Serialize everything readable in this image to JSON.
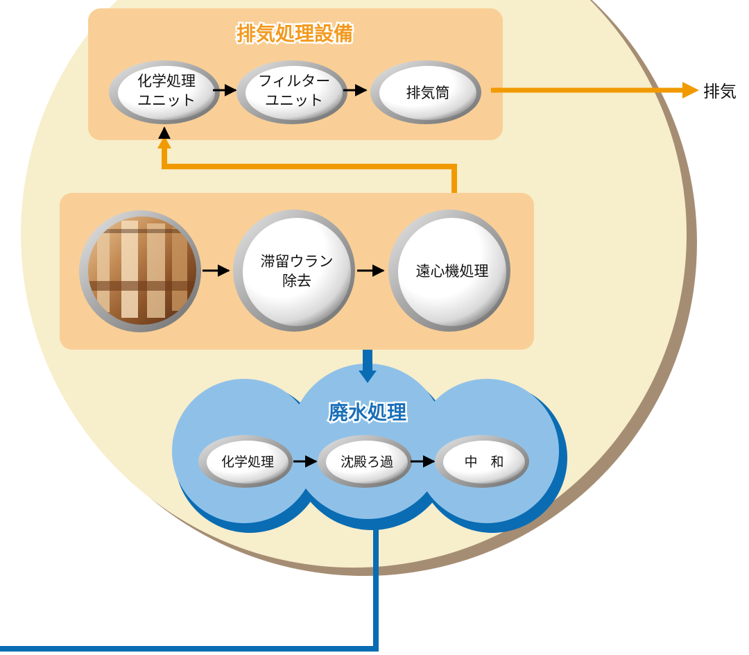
{
  "exhaust_section": {
    "title": "排気処理設備",
    "nodes": [
      {
        "line1": "化学処理",
        "line2": "ユニット"
      },
      {
        "line1": "フィルター",
        "line2": "ユニット"
      },
      {
        "line1": "排気筒"
      }
    ],
    "output_label": "排気"
  },
  "main_process": {
    "photo_icon": "industrial-tanks-photo",
    "nodes": [
      {
        "line1": "滞留ウラン",
        "line2": "除去"
      },
      {
        "line1": "遠心機処理"
      }
    ]
  },
  "wastewater_section": {
    "title": "廃水処理",
    "nodes": [
      {
        "line1": "化学処理"
      },
      {
        "line1": "沈殿ろ過"
      },
      {
        "line1": "中　和"
      }
    ]
  },
  "colors": {
    "circle_fill": "#f7eecb",
    "circle_shadow": "#a58d74",
    "panel_fill": "#f9cf97",
    "orange_flow": "#f19a00",
    "title_orange": "#f29a1f",
    "blue_fill": "#8fc1e8",
    "blue_flow": "#0a6cb3",
    "title_blue": "#1a6fb8"
  }
}
